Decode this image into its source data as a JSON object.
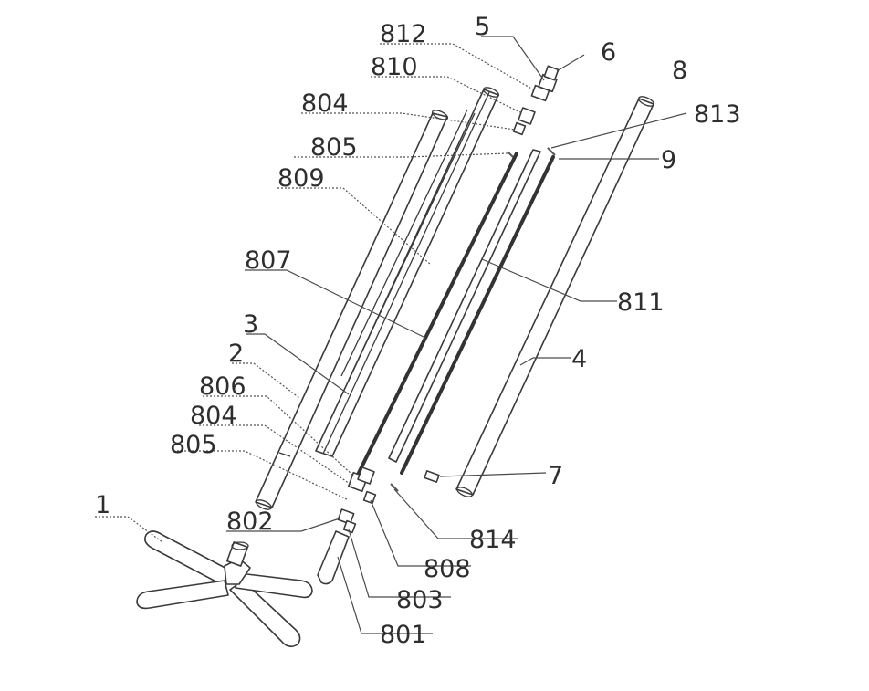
{
  "figure": {
    "callouts": [
      {
        "id": "c812",
        "text": "812"
      },
      {
        "id": "c5",
        "text": "5"
      },
      {
        "id": "c6",
        "text": "6"
      },
      {
        "id": "c8",
        "text": "8"
      },
      {
        "id": "c810",
        "text": "810"
      },
      {
        "id": "c804a",
        "text": "804"
      },
      {
        "id": "c813",
        "text": "813"
      },
      {
        "id": "c805a",
        "text": "805"
      },
      {
        "id": "c9",
        "text": "9"
      },
      {
        "id": "c809",
        "text": "809"
      },
      {
        "id": "c807",
        "text": "807"
      },
      {
        "id": "c811",
        "text": "811"
      },
      {
        "id": "c3",
        "text": "3"
      },
      {
        "id": "c4",
        "text": "4"
      },
      {
        "id": "c2",
        "text": "2"
      },
      {
        "id": "c806",
        "text": "806"
      },
      {
        "id": "c804b",
        "text": "804"
      },
      {
        "id": "c805b",
        "text": "805"
      },
      {
        "id": "c7",
        "text": "7"
      },
      {
        "id": "c1",
        "text": "1"
      },
      {
        "id": "c802",
        "text": "802"
      },
      {
        "id": "c814",
        "text": "814"
      },
      {
        "id": "c808",
        "text": "808"
      },
      {
        "id": "c803",
        "text": "803"
      },
      {
        "id": "c801",
        "text": "801"
      }
    ]
  }
}
